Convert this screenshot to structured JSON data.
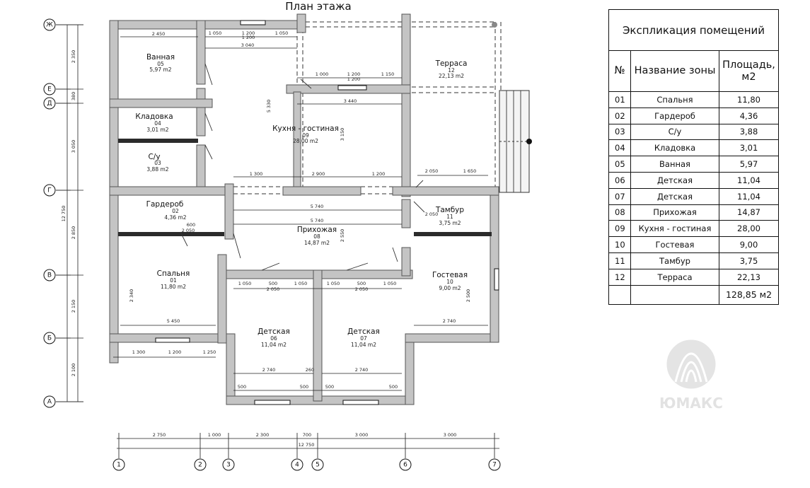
{
  "title": "План этажа",
  "explication": {
    "caption": "Экспликация помещений",
    "headers": [
      "№",
      "Название зоны",
      "Площадь, м2"
    ],
    "rows": [
      {
        "num": "01",
        "name": "Спальня",
        "area": "11,80"
      },
      {
        "num": "02",
        "name": "Гардероб",
        "area": "4,36"
      },
      {
        "num": "03",
        "name": "С/у",
        "area": "3,88"
      },
      {
        "num": "04",
        "name": "Кладовка",
        "area": "3,01"
      },
      {
        "num": "05",
        "name": "Ванная",
        "area": "5,97"
      },
      {
        "num": "06",
        "name": "Детская",
        "area": "11,04"
      },
      {
        "num": "07",
        "name": "Детская",
        "area": "11,04"
      },
      {
        "num": "08",
        "name": "Прихожая",
        "area": "14,87"
      },
      {
        "num": "09",
        "name": "Кухня - гостиная",
        "area": "28,00"
      },
      {
        "num": "10",
        "name": "Гостевая",
        "area": "9,00"
      },
      {
        "num": "11",
        "name": "Тамбур",
        "area": "3,75"
      },
      {
        "num": "12",
        "name": "Терраса",
        "area": "22,13"
      }
    ],
    "total": "128,85 м2"
  },
  "rooms": [
    {
      "name": "Ванная",
      "num": "05",
      "area": "5,97 m2"
    },
    {
      "name": "Кладовка",
      "num": "04",
      "area": "3,01 m2"
    },
    {
      "name": "С/у",
      "num": "03",
      "area": "3,88 m2"
    },
    {
      "name": "Гардероб",
      "num": "02",
      "area": "4,36 m2"
    },
    {
      "name": "Спальня",
      "num": "01",
      "area": "11,80 m2"
    },
    {
      "name": "Кухня - гостиная",
      "num": "09",
      "area": "28,00 m2"
    },
    {
      "name": "Терраса",
      "num": "12",
      "area": "22,13 m2"
    },
    {
      "name": "Прихожая",
      "num": "08",
      "area": "14,87 m2"
    },
    {
      "name": "Тамбур",
      "num": "11",
      "area": "3,75 m2"
    },
    {
      "name": "Гостевая",
      "num": "10",
      "area": "9,00 m2"
    },
    {
      "name": "Детская",
      "num": "06",
      "area": "11,04 m2"
    },
    {
      "name": "Детская",
      "num": "07",
      "area": "11,04 m2"
    }
  ],
  "axes_rows": [
    "Ж",
    "Е",
    "Д",
    "Г",
    "В",
    "Б",
    "А"
  ],
  "axes_cols": [
    "1",
    "2",
    "3",
    "4",
    "5",
    "6",
    "7"
  ],
  "left_dims": [
    "2 350",
    "380",
    "3 050",
    "2 850",
    "2 150",
    "2 100"
  ],
  "left_total": "12 750",
  "bottom_dims": [
    "2 750",
    "1 000",
    "2 300",
    "700",
    "3 000",
    "3 000"
  ],
  "bottom_total": "12 750",
  "interior_dims": [
    "2 450",
    "1 050",
    "1 200",
    "1 050",
    "3 040",
    "1 200",
    "1 000",
    "1 200",
    "1 150",
    "1 200",
    "3 440",
    "1 300",
    "2 900",
    "1 200",
    "2 050",
    "1 650",
    "5 740",
    "5 740",
    "2 050",
    "600",
    "2 050",
    "1 050",
    "500",
    "1 050",
    "1 050",
    "500",
    "1 050",
    "2 050",
    "2 050",
    "5 450",
    "1 300",
    "1 200",
    "1 250",
    "2 740",
    "2 740",
    "260",
    "2 740",
    "500",
    "500",
    "500",
    "500",
    "2 340",
    "3 150",
    "2 550",
    "2 500",
    "5 330"
  ],
  "logo_text": "ЮМАКС"
}
